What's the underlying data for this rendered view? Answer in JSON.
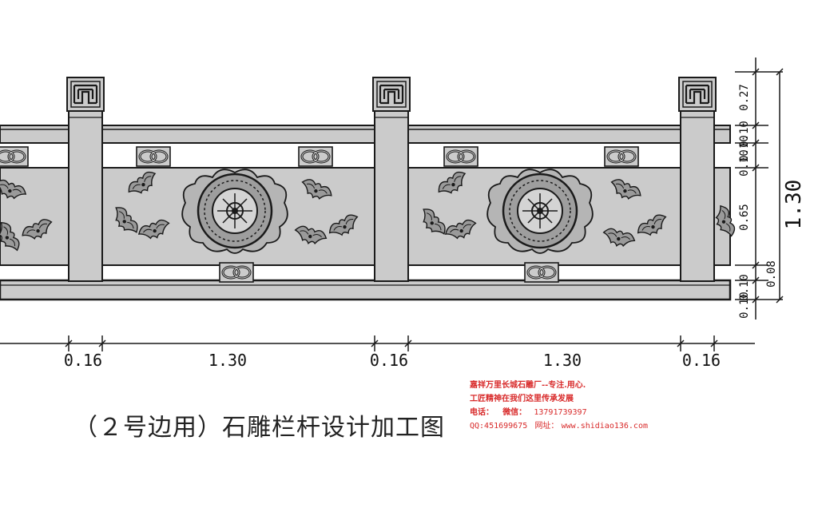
{
  "drawing": {
    "title": "（２号边用）石雕栏杆设计加工图",
    "horizontal_dimensions": [
      "0.16",
      "1.30",
      "0.16",
      "1.30",
      "0.16"
    ],
    "vertical_dimensions": [
      "0.27",
      "0.10",
      "0.10",
      "0.10",
      "0.65",
      "0.08",
      "0.10",
      "0.10"
    ],
    "total_height": "1.30",
    "colors": {
      "stone": "#cbcbcb",
      "stone_dark": "#a9a9a9",
      "line": "#1a1a1a",
      "watermark": "#d82a2a"
    }
  },
  "watermark": {
    "line1": "嘉祥万里长城石雕厂--专注.用心.",
    "line2": "工匠精神在我们这里传承发展",
    "phone_label": "电话：",
    "wechat_label": "微信：",
    "phone": "13791739397",
    "qq_label": "QQ:451699675",
    "site_label": "网址：",
    "site": "www.shidiao136.com"
  },
  "icons": [
    "cloud-motif-icon",
    "bat-motif-icon",
    "medallion-icon",
    "knot-icon"
  ]
}
